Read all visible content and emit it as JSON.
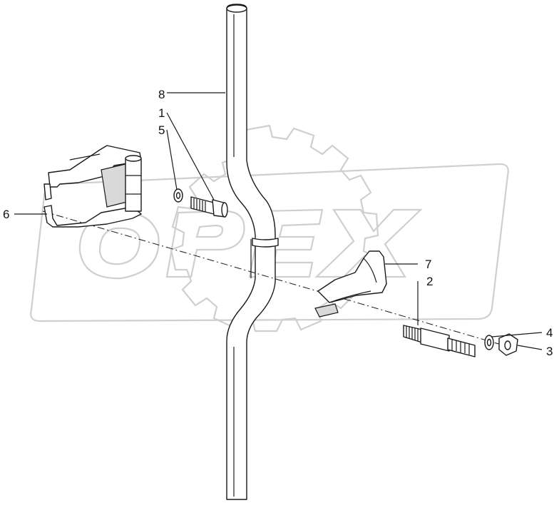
{
  "diagram": {
    "watermark": {
      "text": "OPEX",
      "color": "#cfcfcf"
    },
    "callouts": [
      {
        "id": "callout-1",
        "label": "1",
        "part": "bolt"
      },
      {
        "id": "callout-2",
        "label": "2",
        "part": "threaded-stud"
      },
      {
        "id": "callout-3",
        "label": "3",
        "part": "nut"
      },
      {
        "id": "callout-4",
        "label": "4",
        "part": "washer"
      },
      {
        "id": "callout-5",
        "label": "5",
        "part": "washer"
      },
      {
        "id": "callout-6",
        "label": "6",
        "part": "clamp-bracket"
      },
      {
        "id": "callout-7",
        "label": "7",
        "part": "lever-arm"
      },
      {
        "id": "callout-8",
        "label": "8",
        "part": "rod"
      }
    ]
  }
}
